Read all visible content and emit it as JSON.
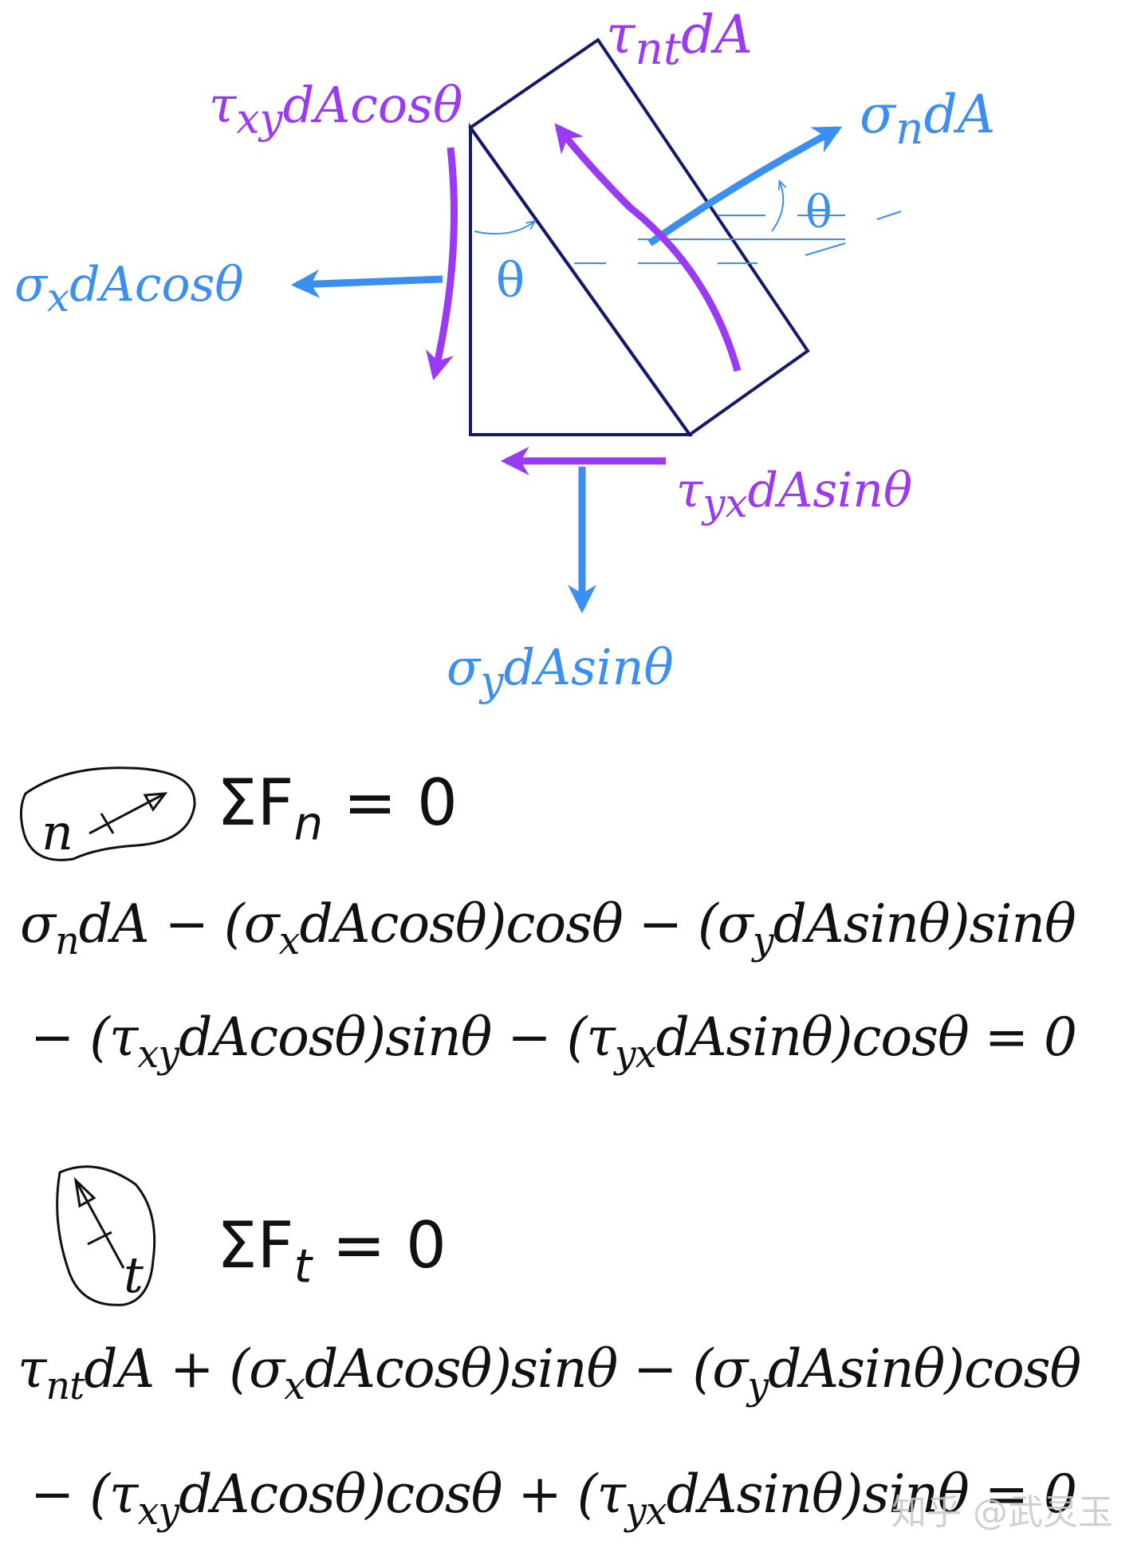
{
  "diagram": {
    "labels": {
      "tau_nt": "τ<sub>nt</sub>dA",
      "tau_xy": "τ<sub>xy</sub>dAcosθ",
      "sigma_n": "σ<sub>n</sub>dA",
      "sigma_x": "σ<sub>x</sub>dAcosθ",
      "tau_yx": "τ<sub>yx</sub>dAsinθ",
      "sigma_y": "σ<sub>y</sub>dAsinθ",
      "theta_left": "θ",
      "theta_right": "θ"
    },
    "colors": {
      "blue": "#3a8ff0",
      "purple": "#9a3af2",
      "outline": "#16186a",
      "ink": "#111111"
    }
  },
  "normal_direction": {
    "icon_label": "n",
    "sum_label": "ΣF",
    "sum_sub": "n",
    "sum_rhs": " = 0",
    "line1": "σ<sub>n</sub>dA − (σ<sub>x</sub>dAcosθ)cosθ − (σ<sub>y</sub>dAsinθ)sinθ",
    "line2": "− (τ<sub>xy</sub>dAcosθ)sinθ − (τ<sub>yx</sub>dAsinθ)cosθ = 0"
  },
  "tangential_direction": {
    "icon_label": "t",
    "sum_label": "ΣF",
    "sum_sub": "t",
    "sum_rhs": " = 0",
    "line1": "τ<sub>nt</sub>dA + (σ<sub>x</sub>dAcosθ)sinθ − (σ<sub>y</sub>dAsinθ)cosθ",
    "line2": "− (τ<sub>xy</sub>dAcosθ)cosθ + (τ<sub>yx</sub>dAsinθ)sinθ = 0"
  },
  "watermark": "知乎 @武灵玉"
}
